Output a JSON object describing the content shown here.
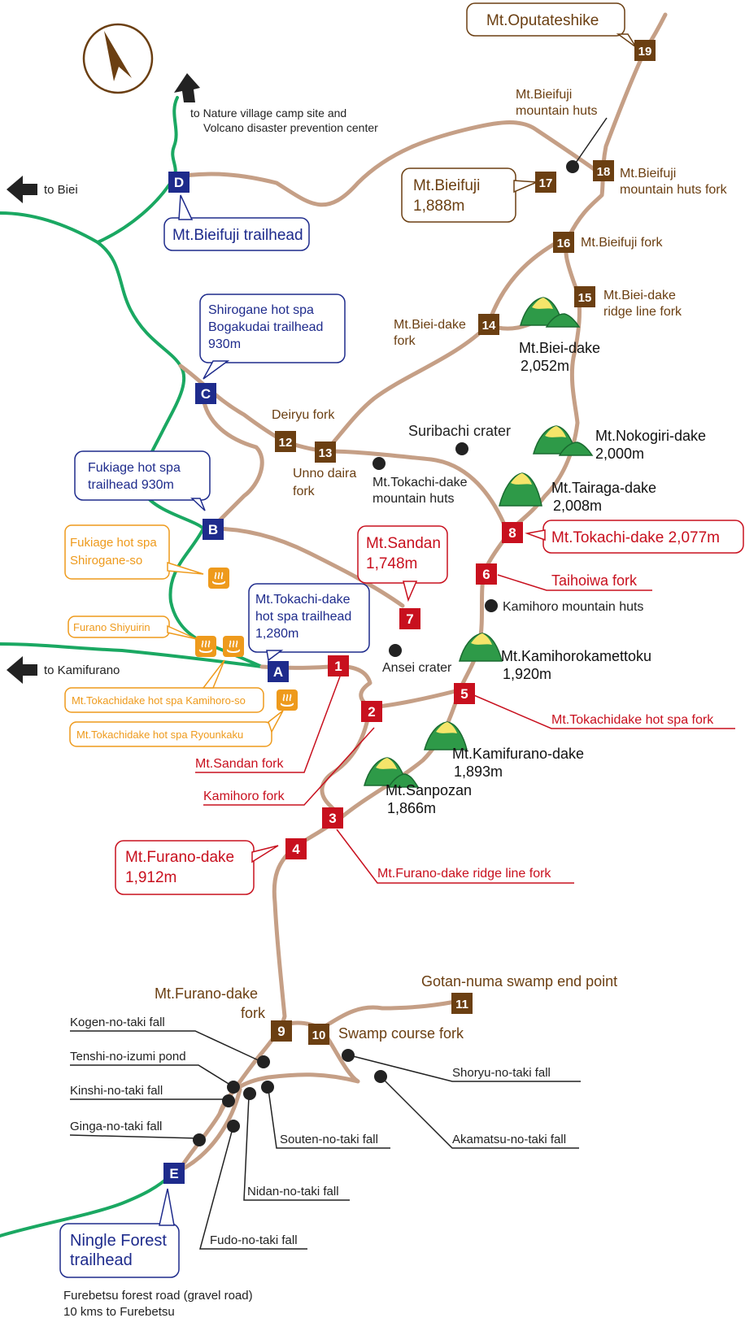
{
  "colors": {
    "trail": "#c59f86",
    "road": "#1aa862",
    "blue": "#1e2b8c",
    "red": "#c8101e",
    "brown": "#6b3f12",
    "orange": "#ee9a1c",
    "black": "#222222"
  },
  "directions": {
    "north": "compass-north-arrow",
    "to_biei": "to Biei",
    "to_kamifurano": "to Kamifurano",
    "to_nature_1": "to Nature village camp site and",
    "to_nature_2": "Volcano disaster prevention center",
    "furebetsu_1": "Furebetsu forest road (gravel road)",
    "furebetsu_2": "10 kms to Furebetsu"
  },
  "trailheads": {
    "A": {
      "letter": "A",
      "l1": "Mt.Tokachi-dake",
      "l2": "hot spa trailhead",
      "l3": "1,280m"
    },
    "B": {
      "letter": "B",
      "l1": "Fukiage hot spa",
      "l2": "trailhead 930m"
    },
    "C": {
      "letter": "C",
      "l1": "Shirogane hot spa",
      "l2": "Bogakudai trailhead",
      "l3": "930m"
    },
    "D": {
      "letter": "D",
      "l1": "Mt.Bieifuji trailhead"
    },
    "E": {
      "letter": "E",
      "l1": "Ningle Forest",
      "l2": "trailhead"
    }
  },
  "markers": {
    "m1": "1",
    "m2": "2",
    "m3": "3",
    "m4": "4",
    "m5": "5",
    "m6": "6",
    "m7": "7",
    "m8": "8",
    "m9": "9",
    "m10": "10",
    "m11": "11",
    "m12": "12",
    "m13": "13",
    "m14": "14",
    "m15": "15",
    "m16": "16",
    "m17": "17",
    "m18": "18",
    "m19": "19"
  },
  "red_labels": {
    "sandan_fork": "Mt.Sandan fork",
    "kamihoro_fork": "Kamihoro fork",
    "furano_ridge": "Mt.Furano-dake ridge line fork",
    "tokachidake_spa_fork": "Mt.Tokachidake hot spa fork",
    "taihoiwa": "Taihoiwa fork",
    "tokachi_peak": "Mt.Tokachi-dake 2,077m",
    "sandan_1": "Mt.Sandan",
    "sandan_2": "1,748m",
    "furano_1": "Mt.Furano-dake",
    "furano_2": "1,912m"
  },
  "brown_labels": {
    "deiryu": "Deiryu fork",
    "unno_1": "Unno daira",
    "unno_2": "fork",
    "biei_dake_fork_1": "Mt.Biei-dake",
    "biei_dake_fork_2": "fork",
    "ridge15_1": "Mt.Biei-dake",
    "ridge15_2": "ridge line fork",
    "bieifuji_fork": "Mt.Bieifuji fork",
    "huts18_1": "Mt.Bieifuji",
    "huts18_2": "mountain huts fork",
    "huts_1": "Mt.Bieifuji",
    "huts_2": "mountain huts",
    "bieifuji_peak_1": "Mt.Bieifuji",
    "bieifuji_peak_2": "1,888m",
    "oputateshike": "Mt.Oputateshike",
    "furano_fork_1": "Mt.Furano-dake",
    "furano_fork_2": "fork",
    "swamp_fork": "Swamp course fork",
    "gotan": "Gotan-numa swamp end point"
  },
  "peaks": {
    "biei_1": "Mt.Biei-dake",
    "biei_2": "2,052m",
    "nokogiri_1": "Mt.Nokogiri-dake",
    "nokogiri_2": "2,000m",
    "tairaga_1": "Mt.Tairaga-dake",
    "tairaga_2": "2,008m",
    "kamihoro_1": "Mt.Kamihorokamettoku",
    "kamihoro_2": "1,920m",
    "kamifurano_1": "Mt.Kamifurano-dake",
    "kamifurano_2": "1,893m",
    "sanpozan_1": "Mt.Sanpozan",
    "sanpozan_2": "1,866m"
  },
  "points": {
    "suribachi": "Suribachi crater",
    "tokachi_huts_1": "Mt.Tokachi-dake",
    "tokachi_huts_2": "mountain huts",
    "kamihoro_huts": "Kamihoro mountain huts",
    "ansei": "Ansei crater"
  },
  "hotsprings": {
    "fukiage_1": "Fukiage hot spa",
    "fukiage_2": "Shirogane-so",
    "shiyuirin": "Furano Shiyuirin",
    "kamihoroso": "Mt.Tokachidake hot spa Kamihoro-so",
    "ryounkaku": "Mt.Tokachidake hot spa Ryounkaku",
    "icon": "hot-spring-icon"
  },
  "falls": {
    "kogen": "Kogen-no-taki fall",
    "tenshi": "Tenshi-no-izumi pond",
    "kinshi": "Kinshi-no-taki fall",
    "ginga": "Ginga-no-taki fall",
    "souten": "Souten-no-taki fall",
    "nidan": "Nidan-no-taki fall",
    "fudo": "Fudo-no-taki fall",
    "shoryu": "Shoryu-no-taki fall",
    "akamatsu": "Akamatsu-no-taki fall"
  }
}
